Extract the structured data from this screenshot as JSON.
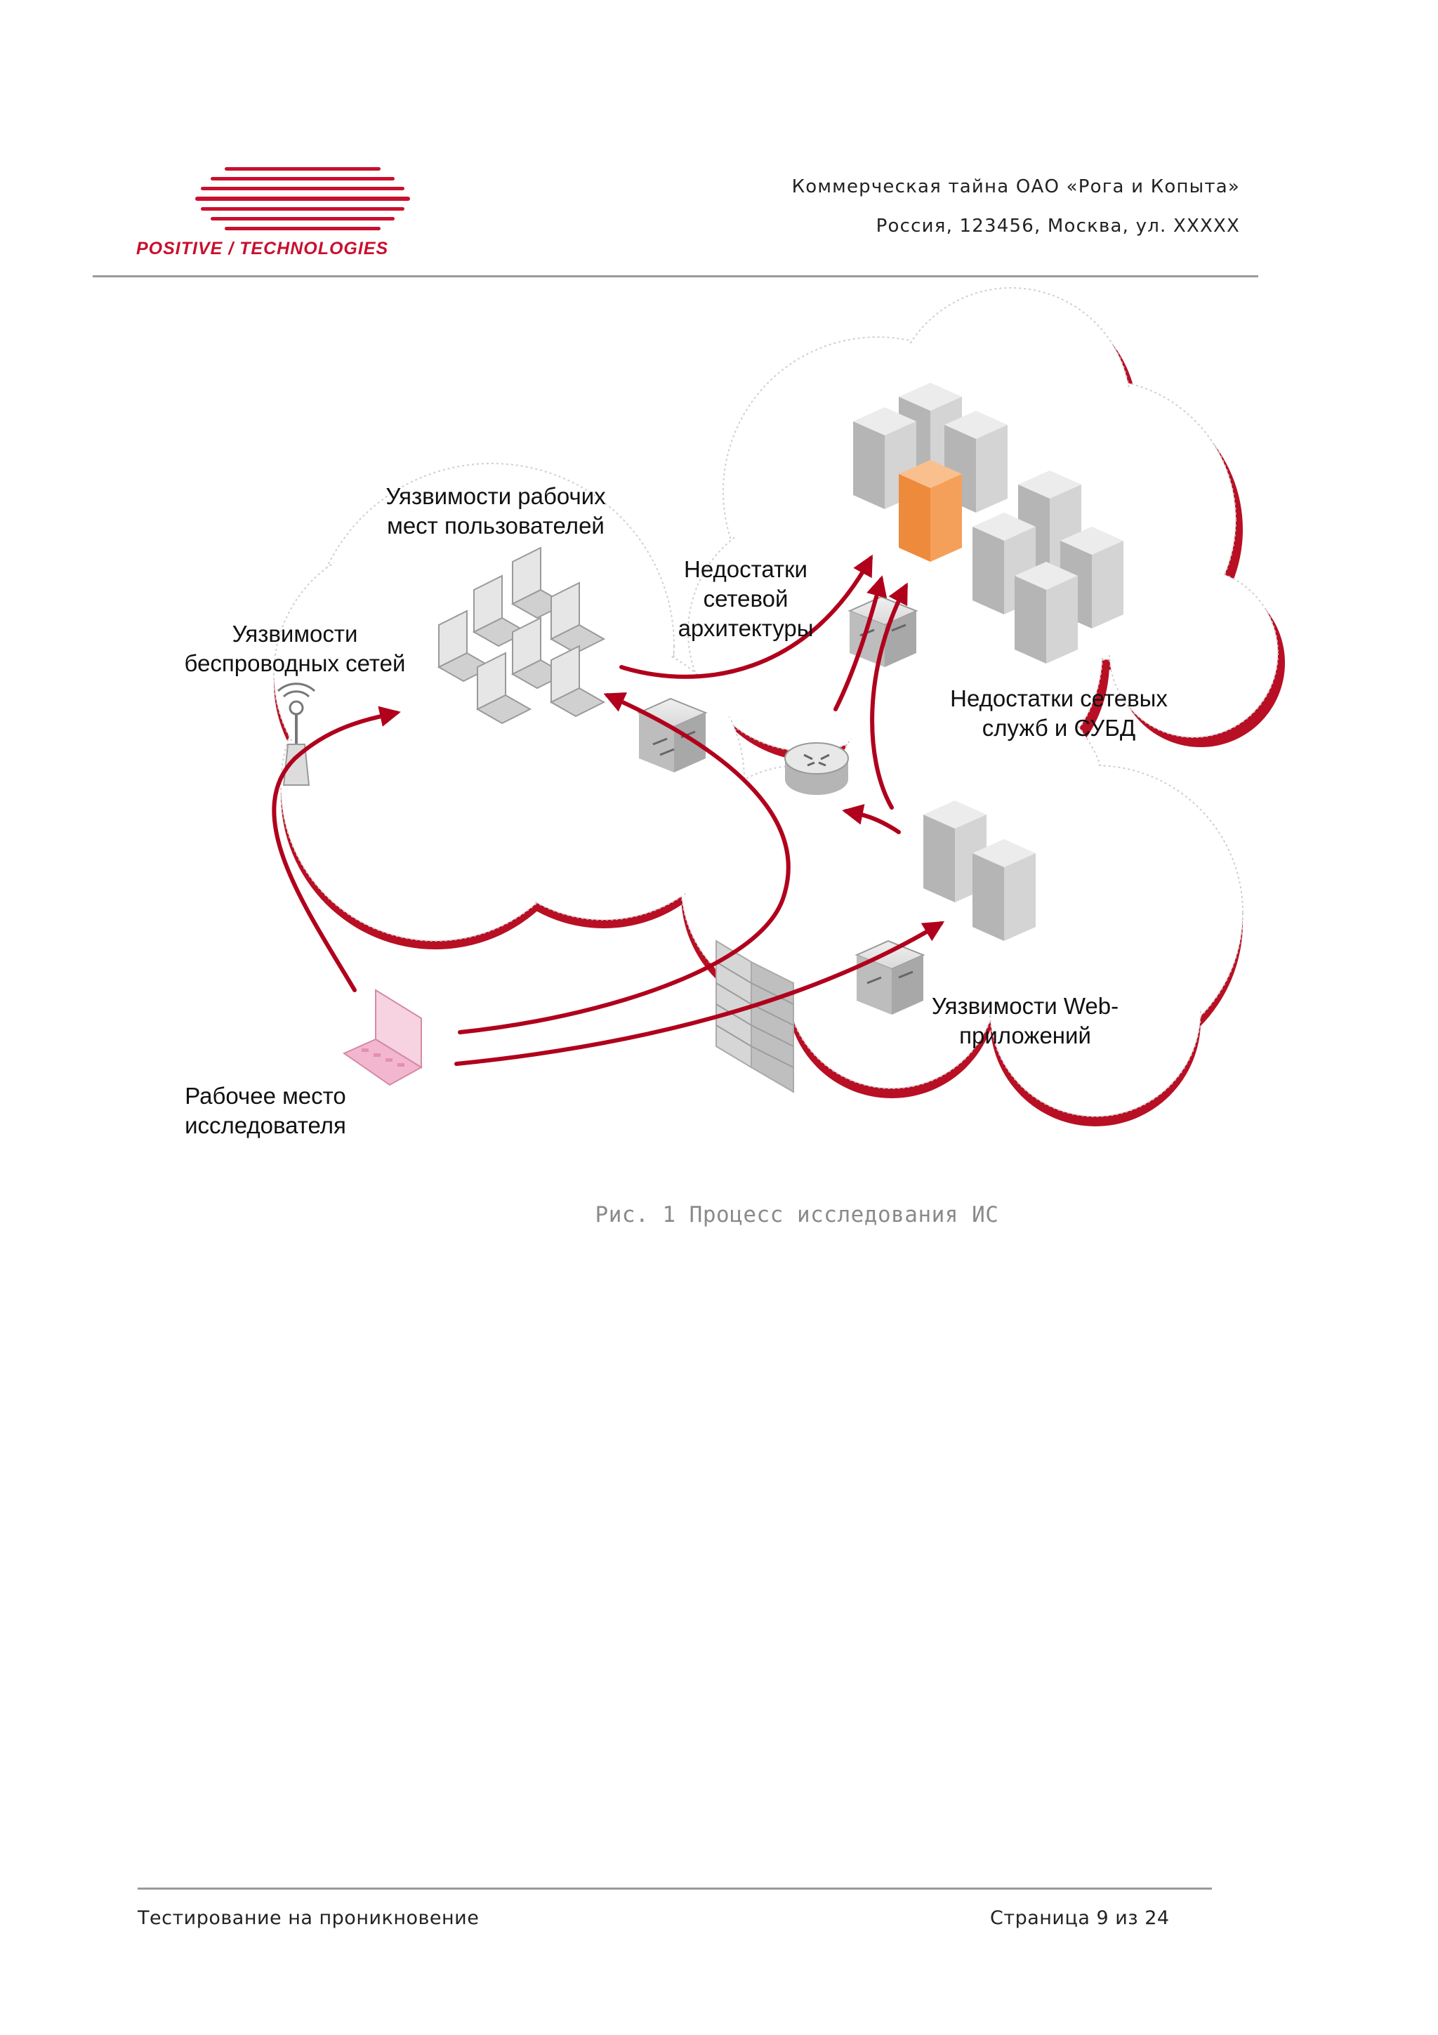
{
  "header": {
    "company_logo_text": "POSITIVE / TECHNOLOGIES",
    "line1": "Коммерческая тайна ОАО «Рога и Копыта»",
    "line2": "Россия, 123456, Москва, ул. XXXXX"
  },
  "figure": {
    "labels": {
      "workstations": "Уязвимости рабочих\nмест пользователей",
      "wireless": "Уязвимости\nбеспроводных сетей",
      "network_arch": "Недостатки\nсетевой\nархитектуры",
      "services_db": "Недостатки сетевых\nслужб и СУБД",
      "web_apps": "Уязвимости Web-\nприложений",
      "researcher": "Рабочее место\nисследователя"
    },
    "caption": "Рис. 1 Процесс исследования ИС"
  },
  "colors": {
    "accent": "#c8102e",
    "server_gray": "#c9c9c9",
    "server_highlight": "#f5a05a",
    "laptop_pink": "#f3b6cf"
  },
  "icons": [
    "wireless-antenna-icon",
    "laptop-icon",
    "server-icon",
    "switch-icon",
    "router-icon",
    "firewall-icon"
  ],
  "footer": {
    "title": "Тестирование на проникновение",
    "page": "Страница 9 из 24"
  }
}
